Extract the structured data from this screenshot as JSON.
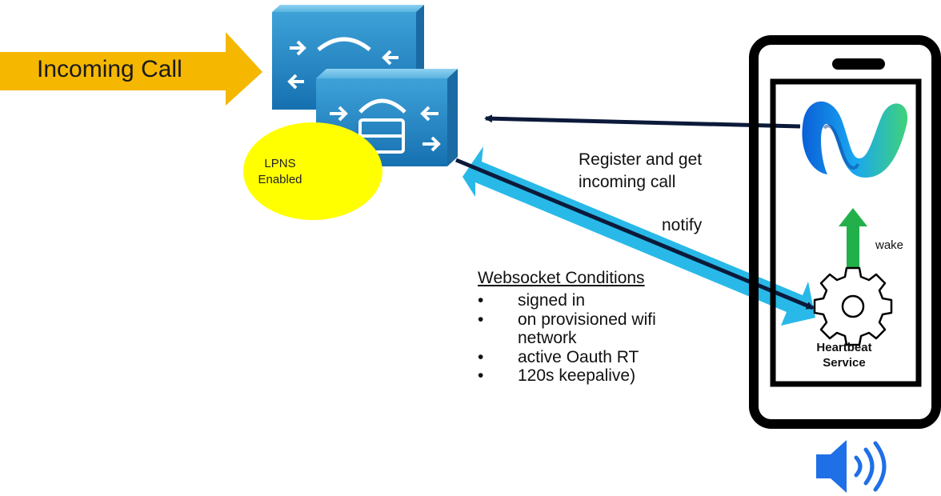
{
  "incoming_call": {
    "label": "Incoming Call"
  },
  "lpns": {
    "line1": "LPNS",
    "line2": "Enabled"
  },
  "register": {
    "line1": "Register and get",
    "line2": "incoming call"
  },
  "notify_label": "notify",
  "wake_label": "wake",
  "heartbeat": {
    "line1": "Heartbeat",
    "line2": "Service"
  },
  "websocket_conditions": {
    "title": "Websocket Conditions",
    "items": [
      "signed in",
      "on provisioned wifi",
      "network",
      "active Oauth RT",
      "120s keepalive)"
    ]
  },
  "colors": {
    "incoming_arrow": "#f5b700",
    "router_blue": "#2a8fc8",
    "lpns_circle": "#ffff00",
    "cyan_arrow": "#29b9e8",
    "dark_arrow": "#0c1a3a",
    "wake_arrow": "#22b04a",
    "speaker": "#1f6fe6"
  },
  "icons": [
    "incoming-call-arrow-icon",
    "call-manager-router-icon",
    "webex-logo-icon",
    "gear-icon",
    "speaker-icon"
  ]
}
